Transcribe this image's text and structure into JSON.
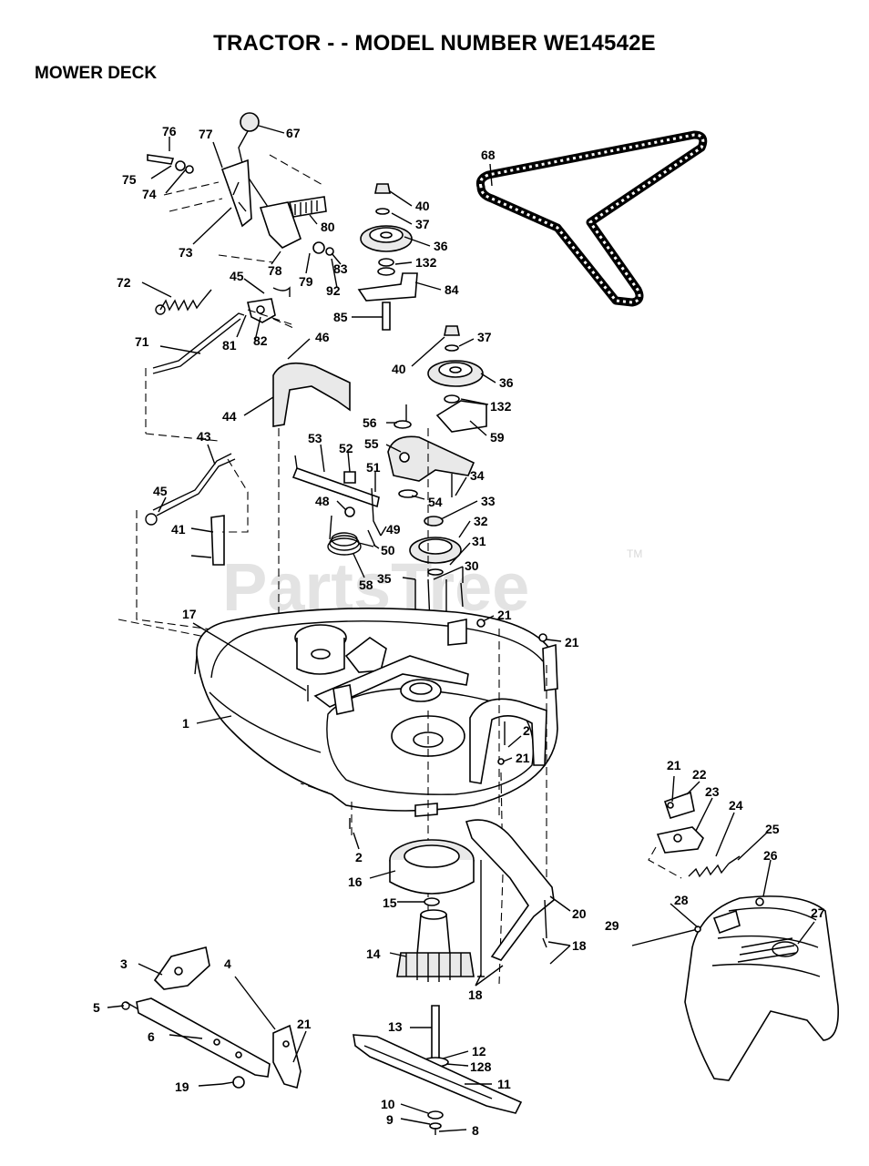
{
  "title": "TRACTOR - - MODEL NUMBER WE14542E",
  "subtitle": "MOWER DECK",
  "watermark": "PartsTree",
  "watermark_mark": "TM",
  "labels": [
    "67",
    "76",
    "77",
    "75",
    "74",
    "73",
    "78",
    "79",
    "80",
    "83",
    "92",
    "72",
    "45",
    "81",
    "82",
    "71",
    "46",
    "44",
    "43",
    "45",
    "41",
    "68",
    "40",
    "37",
    "36",
    "132",
    "84",
    "85",
    "37",
    "40",
    "36",
    "132",
    "56",
    "59",
    "55",
    "34",
    "53",
    "52",
    "51",
    "48",
    "54",
    "33",
    "49",
    "32",
    "50",
    "31",
    "58",
    "35",
    "30",
    "21",
    "21",
    "17",
    "1",
    "2",
    "21",
    "21",
    "22",
    "23",
    "24",
    "25",
    "26",
    "27",
    "28",
    "29",
    "2",
    "16",
    "15",
    "20",
    "14",
    "18",
    "18",
    "3",
    "4",
    "5",
    "6",
    "21",
    "19",
    "13",
    "12",
    "128",
    "11",
    "10",
    "9",
    "8"
  ]
}
